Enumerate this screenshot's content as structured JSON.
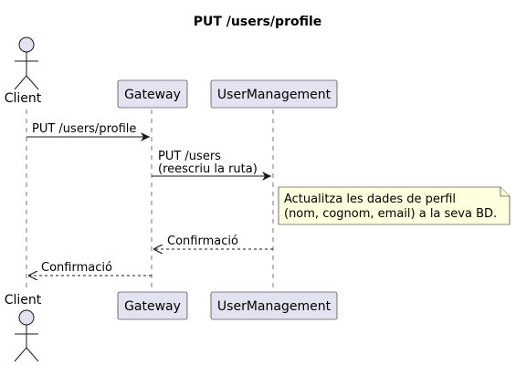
{
  "diagram": {
    "title": "PUT /users/profile",
    "participants": {
      "client": "Client",
      "gateway": "Gateway",
      "user_management": "UserManagement"
    },
    "messages": [
      {
        "from": "Client",
        "to": "Gateway",
        "lines": [
          "PUT /users/profile"
        ],
        "style": "solid"
      },
      {
        "from": "Gateway",
        "to": "UserManagement",
        "lines": [
          "PUT /users",
          "(reescriu la ruta)"
        ],
        "style": "solid"
      },
      {
        "from": "UserManagement",
        "to": "Gateway",
        "lines": [
          "Confirmació"
        ],
        "style": "dashed"
      },
      {
        "from": "Gateway",
        "to": "Client",
        "lines": [
          "Confirmació"
        ],
        "style": "dashed"
      }
    ],
    "note": {
      "over": "UserManagement",
      "lines": [
        "Actualitza les dades de perfil",
        "(nom, cognom, email) a la seva BD."
      ],
      "color": "#FEFFDD"
    },
    "colors": {
      "participant_fill": "#E2E2F0",
      "stroke": "#181818"
    }
  }
}
